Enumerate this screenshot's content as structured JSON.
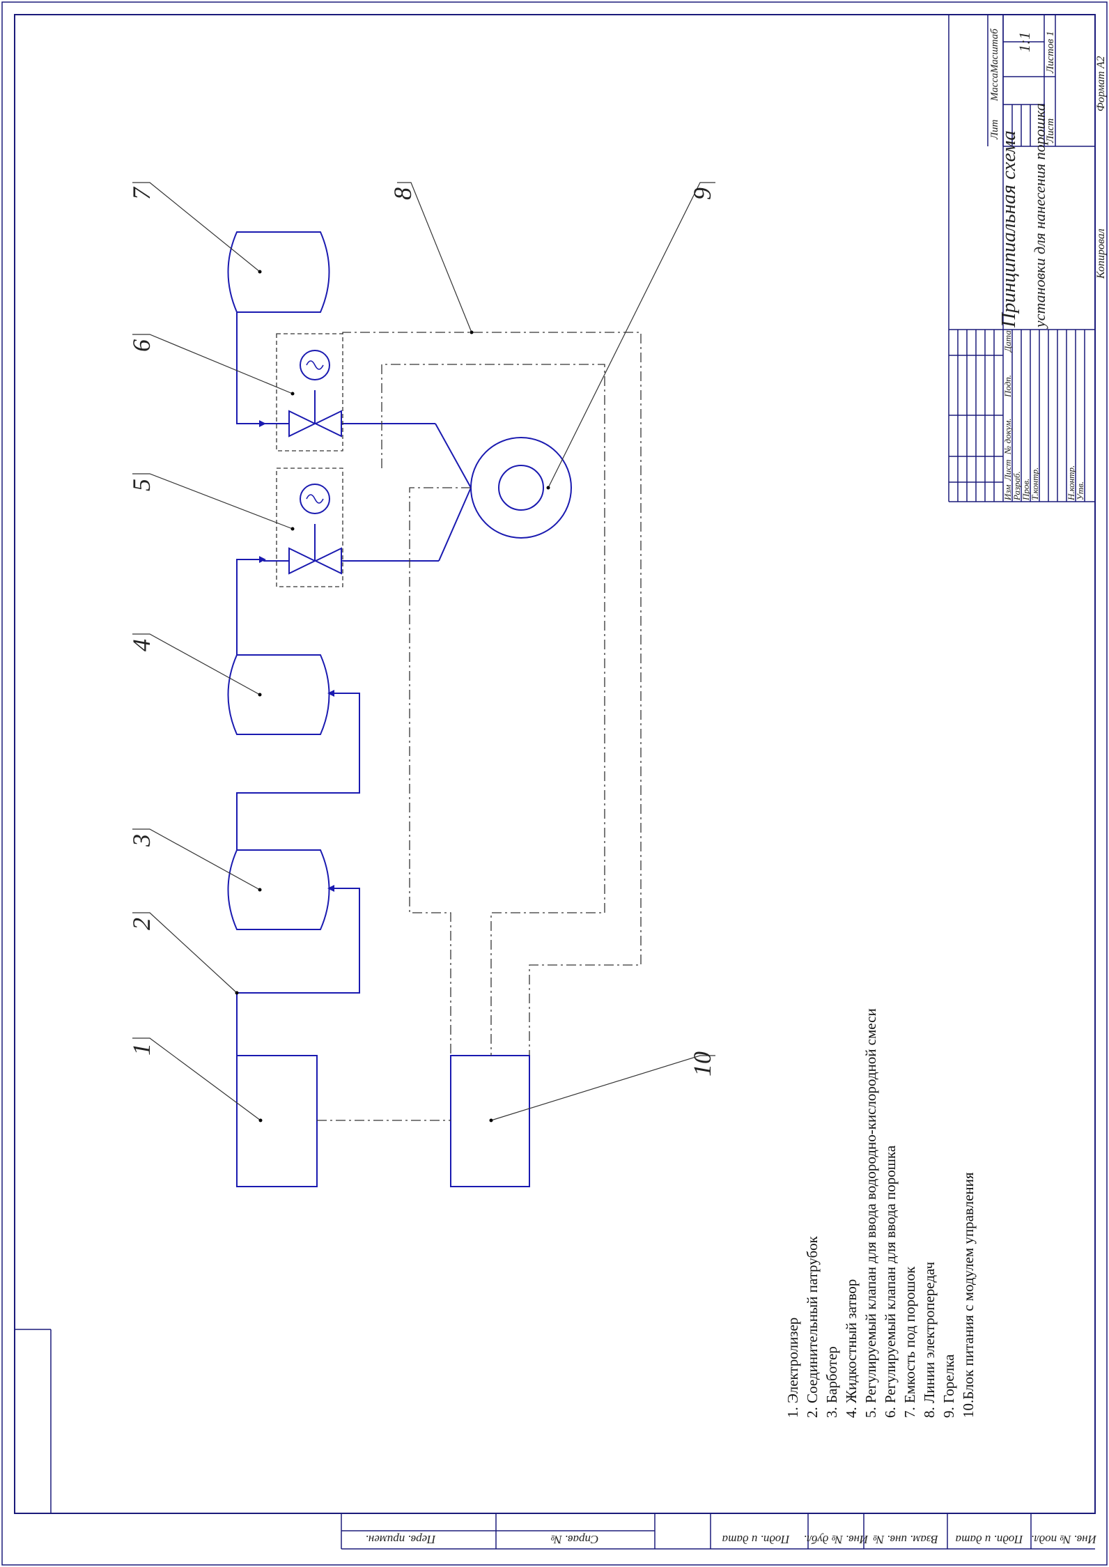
{
  "callouts": {
    "c1": "1",
    "c2": "2",
    "c3": "3",
    "c4": "4",
    "c5": "5",
    "c6": "6",
    "c7": "7",
    "c8": "8",
    "c9": "9",
    "c10": "10"
  },
  "legend": [
    "1.  Электролизер",
    "2.  Соединительный патрубок",
    "3.  Барботер",
    "4.  Жидкостный затвор",
    "5.  Регулируемый клапан для ввода водородно-кислородной смеси",
    "6.  Регулируемый клапан для ввода порошка",
    "7.  Емкость под порошок",
    "8.  Линии электропередач",
    "9.  Горелка",
    "10.Блок питания с модулем управления"
  ],
  "title_block": {
    "title": "Принципиальная схема",
    "subtitle": "установки для нанесения порошка",
    "lit": "Лит",
    "mass": "Масса",
    "scale_label": "Масштаб",
    "scale": "1:1",
    "sheet": "Лист",
    "sheets": "Листов 1",
    "izm": "Изм",
    "list": "Лист",
    "doc_no": "№ докум.",
    "sign": "Подп.",
    "date": "Дата",
    "razrab": "Разраб.",
    "prov": "Пров.",
    "tkontr": "Т.контр.",
    "nkontr": "Н.контр.",
    "utv": "Утв."
  },
  "footer": {
    "copied": "Копировал",
    "format": "Формат А2"
  },
  "side_strip": {
    "inv_podl": "Инв. № подл.",
    "podp_data_1": "Подп. и дата",
    "vzam_inv": "Взам. инв. №",
    "inv_dubl": "Инв. № дубл.",
    "podp_data_2": "Подп. и дата",
    "sprav": "Справ. №",
    "perv_primen": "Перв. примен."
  }
}
